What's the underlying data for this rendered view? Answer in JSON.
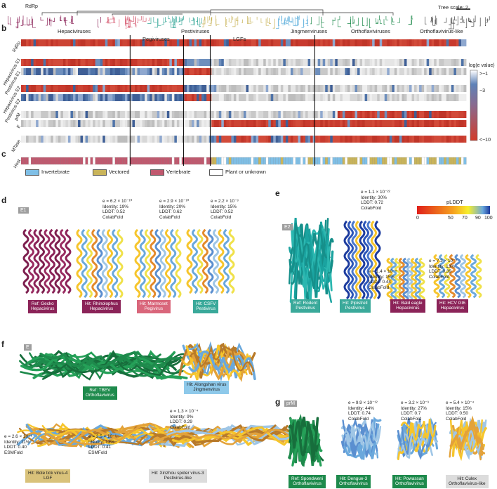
{
  "panels": {
    "a": "a",
    "b": "b",
    "c": "c",
    "d": "d",
    "e": "e",
    "f": "f",
    "g": "g"
  },
  "tree": {
    "root_label": "RdRp",
    "scale_label": "Tree scale: 2",
    "clades": [
      "Hepaciviruses",
      "Pegiviruses",
      "Pestiviruses",
      "LGFs",
      "Jingmenviruses",
      "Orthoflaviviruses",
      "Orthoflavivirus-like"
    ]
  },
  "heatmap": {
    "rows": [
      "RdRp",
      "Hepacivirus E1",
      "Pestivirus E1",
      "Hepacivirus E2",
      "Pestivirus E2",
      "prM",
      "E",
      "MTase"
    ],
    "host_row": "Host",
    "colorbar": {
      "title": "log(e value)",
      "ticks": [
        ">−1",
        "−3",
        "<−10"
      ]
    }
  },
  "host_legend": [
    {
      "label": "Invertebrate",
      "color": "#7fbfe6"
    },
    {
      "label": "Vectored",
      "color": "#c9b45a"
    },
    {
      "label": "Vertebrate",
      "color": "#c0586e"
    },
    {
      "label": "Plant or unknown",
      "color": "#ffffff"
    }
  ],
  "plddt": {
    "title": "pLDDT",
    "ticks": [
      "0",
      "50",
      "70",
      "90",
      "100"
    ]
  },
  "d": {
    "tag": "E1",
    "models": [
      {
        "stats": [],
        "box": [
          "Ref: Gecko",
          "Hepacivirus"
        ],
        "box_color": "#8b2358"
      },
      {
        "stats": [
          "e = 6.2 × 10⁻¹⁰",
          "Identity: 19%",
          "LDDT: 0.52",
          "ColabFold"
        ],
        "box": [
          "Hit: Rhinolophus",
          "Hepacivirus"
        ],
        "box_color": "#8b2358"
      },
      {
        "stats": [
          "e = 2.9 × 10⁻¹⁰",
          "Identity: 20%",
          "LDDT: 0.62",
          "ColabFold"
        ],
        "box": [
          "Hit: Marmoset",
          "Pegivirus"
        ],
        "box_color": "#d9667b"
      },
      {
        "stats": [
          "e = 2.2 × 10⁻³",
          "Identity: 15%",
          "LDDT: 0.52",
          "ColabFold"
        ],
        "box": [
          "Hit: CSFV",
          "Pestivirus"
        ],
        "box_color": "#3aa99a"
      }
    ]
  },
  "e": {
    "tag": "E2",
    "models": [
      {
        "stats": [],
        "box": [
          "Ref: Rodent",
          "Pestivirus"
        ],
        "box_color": "#3aa99a"
      },
      {
        "stats": [
          "e = 1.1 × 10⁻²²",
          "Identity: 30%",
          "LDDT: 0.72",
          "ColabFold"
        ],
        "box": [
          "Hit: Pipistrell",
          "Pestivirus"
        ],
        "box_color": "#3aa99a"
      },
      {
        "stats": [
          "e = 1.4 × 10⁻⁴",
          "Identity: 15%",
          "LDDT: 0.44",
          "ColabFold"
        ],
        "box": [
          "Hit: Bald eagle",
          "Hepacivirus"
        ],
        "box_color": "#8b2358"
      },
      {
        "stats": [
          "e = 7.2 × 10⁻⁵",
          "Identity: 13%",
          "LDDT: 0.39",
          "ColabFold"
        ],
        "box": [
          "Hit: HCV Gt6",
          "Hepacivirus"
        ],
        "box_color": "#8b2358"
      }
    ]
  },
  "f": {
    "tag": "E",
    "models": [
      {
        "stats": [],
        "box": [
          "Ref: TBEV",
          "Orthoflavivirus"
        ],
        "box_color": "#1e8a4c"
      },
      {
        "stats": [
          "e = 1.3 × 10⁻⁴",
          "Identity: 9%",
          "LDDT: 0.29",
          "ColabFold"
        ],
        "box": [
          "Hit: Alongshan virus",
          "Jingmenvirus"
        ],
        "box_color": "#8ec9ea"
      },
      {
        "stats": [
          "e = 2.6 × 10⁻⁶",
          "Identity: 11%",
          "LDDT: 0.40",
          "ESMFold"
        ],
        "box": [
          "Hit: Bole tick virus-4",
          "LGF"
        ],
        "box_color": "#d9c27a"
      },
      {
        "stats": [
          "e = 2.5 × 10⁻⁶",
          "Identity: 13%",
          "LDDT: 0.41",
          "ESMFold"
        ],
        "box": [
          "Hit: Xinzhou spider virus-3",
          "Pestivirus-like"
        ],
        "box_color": "#dcdcdc"
      }
    ]
  },
  "g": {
    "tag": "prM",
    "models": [
      {
        "stats": [],
        "box": [
          "Ref: Spondweni",
          "Orthoflavivirus"
        ],
        "box_color": "#1e8a4c"
      },
      {
        "stats": [
          "e = 9.9 × 10⁻¹²",
          "Identity: 44%",
          "LDDT: 0.74",
          "ColabFold"
        ],
        "box": [
          "Hit: Dengue-3",
          "Orthoflavivirus"
        ],
        "box_color": "#1e8a4c"
      },
      {
        "stats": [
          "e = 3.2 × 10⁻⁹",
          "Identity: 27%",
          "LDDT: 0.7",
          "ColabFold"
        ],
        "box": [
          "Hit: Powassan",
          "Orthoflavivirus"
        ],
        "box_color": "#1e8a4c"
      },
      {
        "stats": [
          "e = 5.4 × 10⁻⁴",
          "Identity: 15%",
          "LDDT: 0.50",
          "ColabFold"
        ],
        "box": [
          "Hit: Culex",
          "Orthoflavivirus-like"
        ],
        "box_color": "#dcdcdc"
      }
    ]
  }
}
